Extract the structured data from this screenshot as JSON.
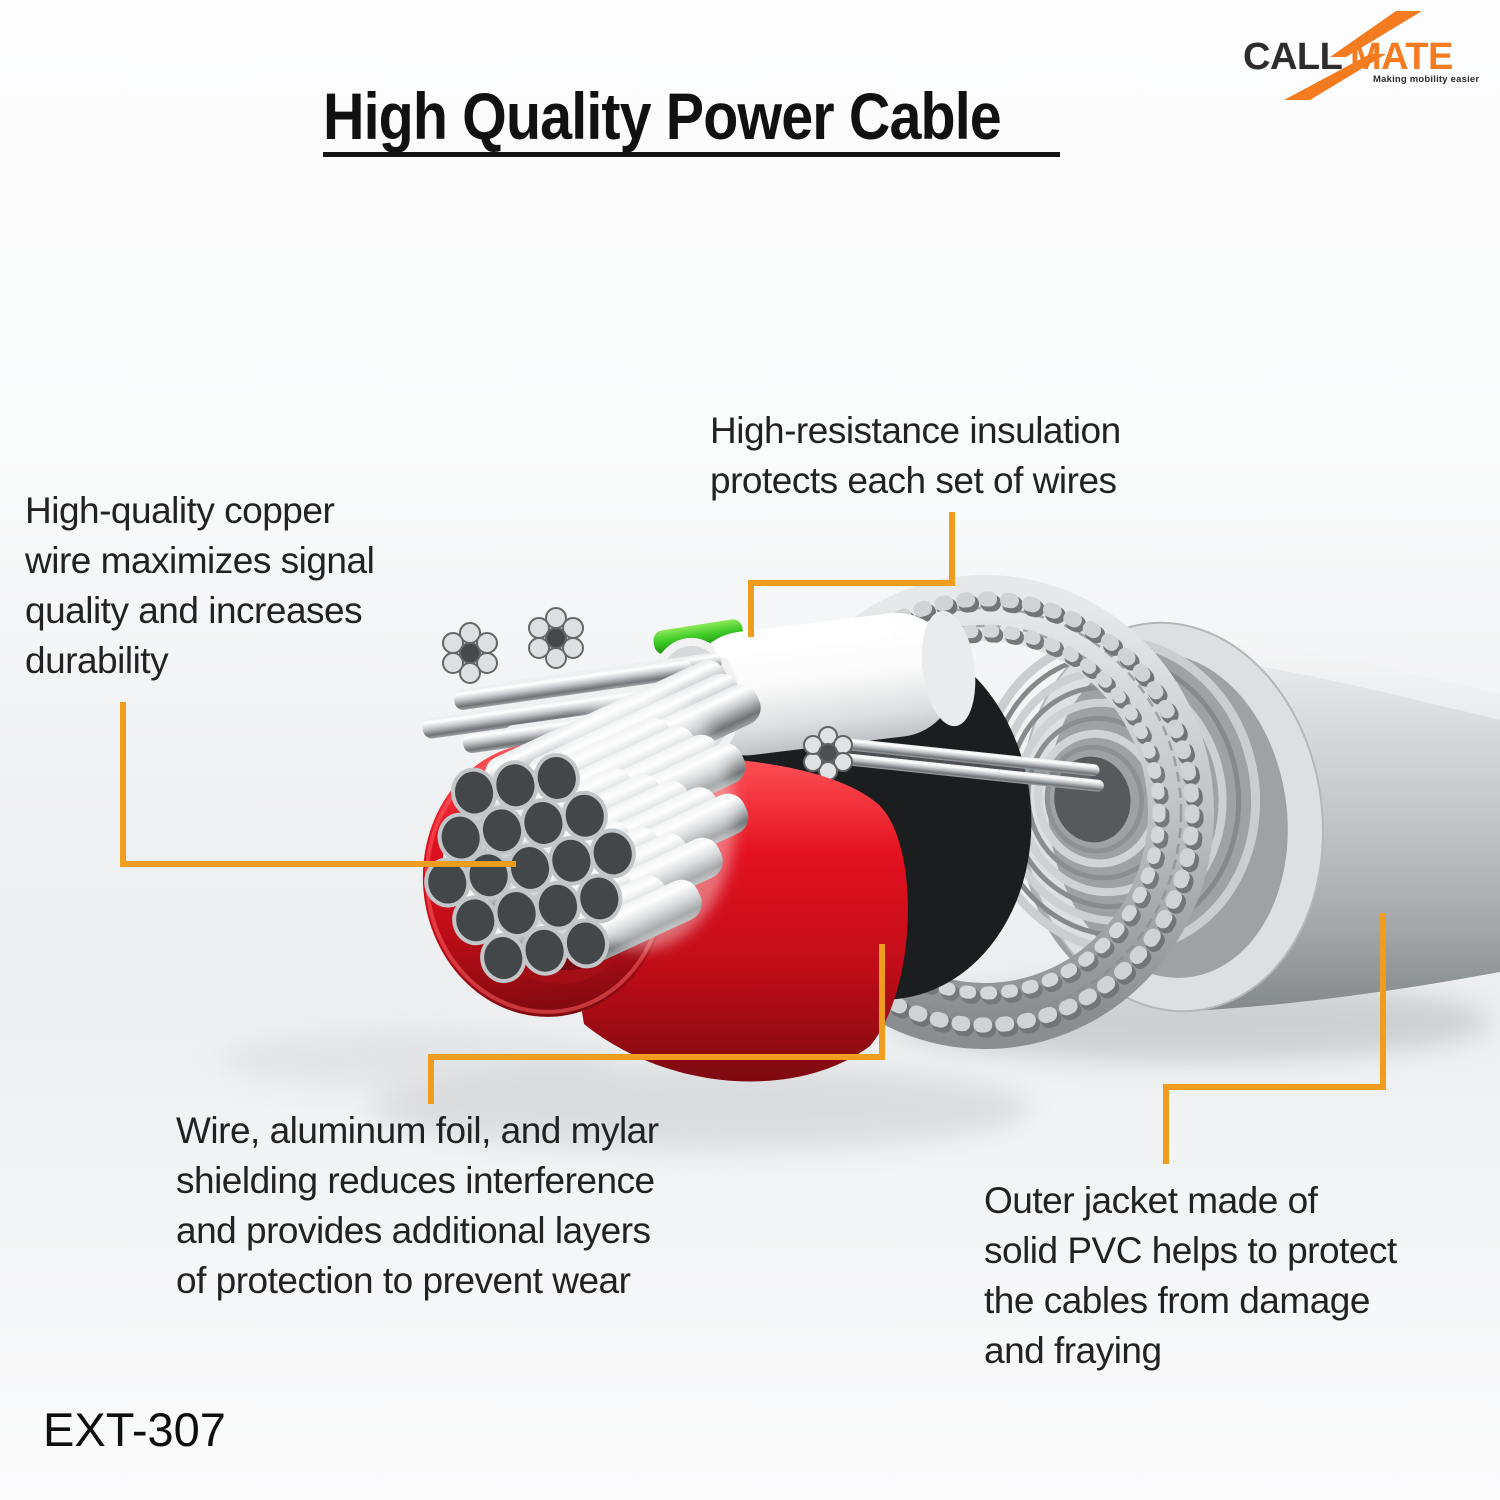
{
  "title": {
    "text": "High Quality Power Cable"
  },
  "logo": {
    "word_dark": "CALL",
    "word_orange": "MATE",
    "tagline": "Making mobility easier"
  },
  "callouts": {
    "insulation": "High-resistance insulation\nprotects each set of wires",
    "copper": "High-quality copper\nwire maximizes signal\nquality and increases\ndurability",
    "shielding": "Wire, aluminum foil, and mylar\nshielding reduces interference\nand provides additional layers\nof protection to prevent wear",
    "jacket": "Outer jacket made of\nsolid PVC helps to protect\nthe cables from damage\nand fraying"
  },
  "model_number": "EXT-307",
  "colors": {
    "leader_line": "#F09D1E",
    "logo_orange": "#F47B20",
    "logo_dark": "#2E2D2C",
    "text": "#222222",
    "wire_red": "#DD1019",
    "wire_green": "#3FCC27",
    "insulation_white": "#F7F7F7",
    "jacket_gray": "#C6C9CB",
    "strand_silver": "#C9CCCE"
  }
}
